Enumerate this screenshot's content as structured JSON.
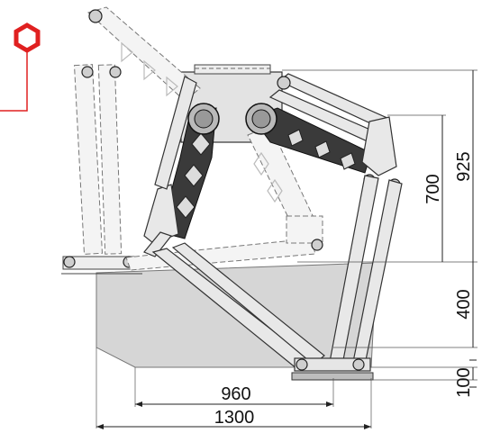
{
  "colors": {
    "brand_marker": "#e02020",
    "box_fill": "#d6d6d6",
    "arm_dark": "#3a3a3a"
  },
  "icons": {
    "marker": "hexagon-nut-icon"
  },
  "dimensions": {
    "total_height": "925",
    "arm_height": "700",
    "workspace_height": "400",
    "base_offset": "100",
    "inner_width": "960",
    "outer_width": "1300"
  }
}
